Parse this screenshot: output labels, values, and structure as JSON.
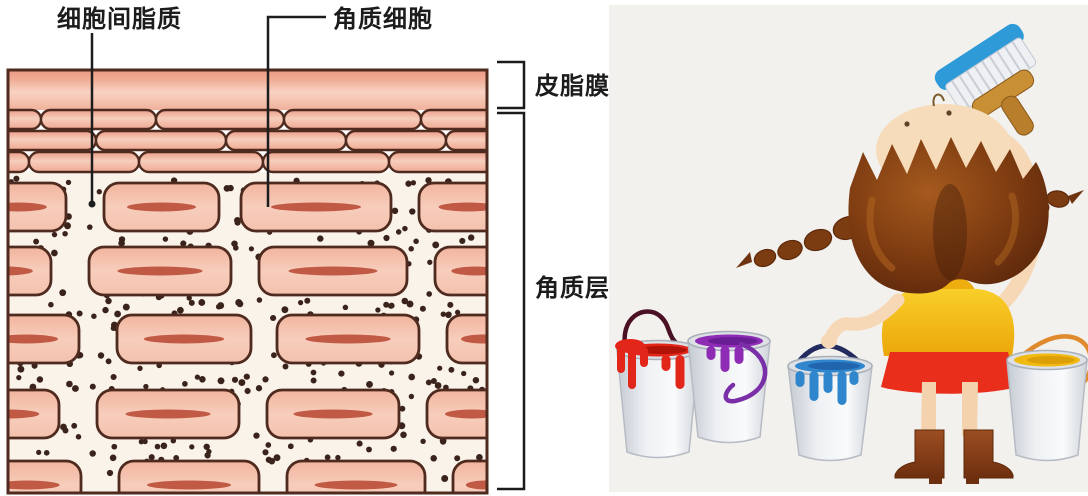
{
  "diagram": {
    "label_intercellular_lipids": "细胞间脂质",
    "label_corneocyte": "角质细胞",
    "label_sebum_film": "皮脂膜",
    "label_stratum_corneum": "角质层",
    "colors": {
      "outline": "#4f2a1e",
      "cell_fill": "#f4bfa9",
      "nucleus_lens": "#c05a45",
      "lipid_dot": "#39231b",
      "leader_line": "#1d1d1d"
    }
  },
  "illustration": {
    "panel_background": "#f2f1ee",
    "buckets": [
      {
        "name": "red-paint-bucket",
        "paint": "#e3261a",
        "paint_dark": "#a81107",
        "handle": "#4a1125"
      },
      {
        "name": "purple-paint-bucket",
        "paint": "#8e2cb5",
        "paint_dark": "#641c8e",
        "handle": "#7a2fa8"
      },
      {
        "name": "blue-paint-bucket",
        "paint": "#2f86cc",
        "paint_dark": "#1d5fa8",
        "handle": "#232b5e"
      },
      {
        "name": "yellow-paint-bucket",
        "paint": "#f2ba10",
        "paint_dark": "#d99a06",
        "handle": "#e08a2e"
      }
    ]
  }
}
